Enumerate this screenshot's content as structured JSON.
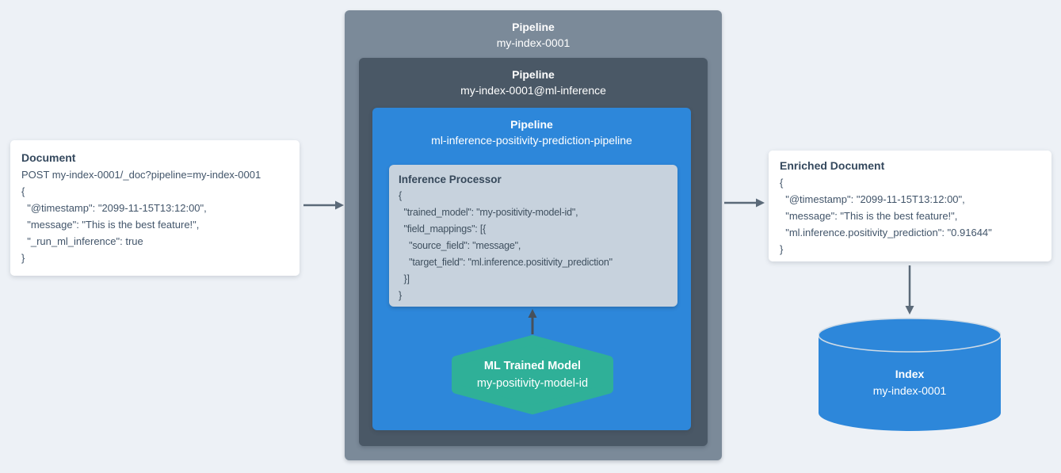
{
  "document_card": {
    "title": "Document",
    "lines": [
      "POST my-index-0001/_doc?pipeline=my-index-0001",
      "{",
      "  \"@timestamp\": \"2099-11-15T13:12:00\",",
      "  \"message\": \"This is the best feature!\",",
      "  \"_run_ml_inference\": true",
      "}"
    ]
  },
  "outer_pipeline": {
    "label": "Pipeline",
    "name": "my-index-0001"
  },
  "middle_pipeline": {
    "label": "Pipeline",
    "name": "my-index-0001@ml-inference"
  },
  "inner_pipeline": {
    "label": "Pipeline",
    "name": "ml-inference-positivity-prediction-pipeline"
  },
  "inference_processor": {
    "title": "Inference Processor",
    "lines": [
      "{",
      "  \"trained_model\": \"my-positivity-model-id\",",
      "  \"field_mappings\": [{",
      "    \"source_field\": \"message\",",
      "    \"target_field\": \"ml.inference.positivity_prediction\"",
      "  }]",
      "}"
    ]
  },
  "ml_model": {
    "title": "ML Trained Model",
    "name": "my-positivity-model-id"
  },
  "enriched_card": {
    "title": "Enriched Document",
    "lines": [
      "{",
      "  \"@timestamp\": \"2099-11-15T13:12:00\",",
      "  \"message\": \"This is the best feature!\",",
      "  \"ml.inference.positivity_prediction\": \"0.91644\"",
      "}"
    ]
  },
  "index_store": {
    "label": "Index",
    "name": "my-index-0001"
  },
  "colors": {
    "page_bg": "#edf1f6",
    "card_bg": "#ffffff",
    "outer_pipeline_bg": "#7b8a99",
    "middle_pipeline_bg": "#4a5866",
    "inner_pipeline_bg": "#2d87da",
    "processor_bg": "#c7d2dd",
    "model_fill": "#2fb098",
    "index_fill": "#2d87da",
    "arrow": "#5b6a79",
    "arrow_dark": "#47505b"
  }
}
